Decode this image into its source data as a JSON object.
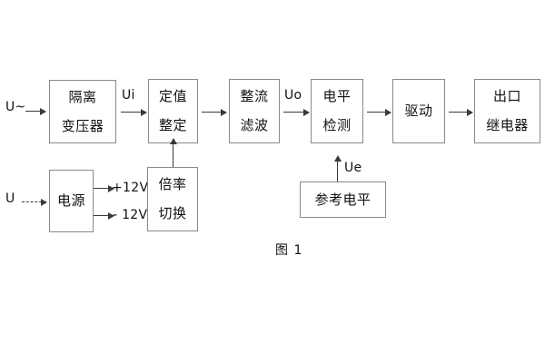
{
  "figure": {
    "caption": "图 1",
    "top_row": [
      {
        "id": "isolation-transformer",
        "lines": [
          "隔离",
          "变压器"
        ]
      },
      {
        "id": "setting-value",
        "lines": [
          "定值",
          "整定"
        ]
      },
      {
        "id": "rectify-filter",
        "lines": [
          "整流",
          "滤波"
        ]
      },
      {
        "id": "level-detection",
        "lines": [
          "电平",
          "检测"
        ]
      },
      {
        "id": "drive",
        "lines": [
          "驱动"
        ]
      },
      {
        "id": "output-relay",
        "lines": [
          "出口",
          "继电器"
        ]
      }
    ],
    "bottom_row": [
      {
        "id": "power-supply",
        "lines": [
          "电源"
        ]
      },
      {
        "id": "multiplier-switch",
        "lines": [
          "倍率",
          "切换"
        ]
      },
      {
        "id": "reference-level",
        "lines": [
          "参考电平"
        ]
      }
    ],
    "signal_labels": {
      "input_ac": "U~",
      "input_dc": "U",
      "ui": "Ui",
      "uo": "Uo",
      "ue": "Ue",
      "rail_positive": "+12V",
      "rail_negative": "- 12V"
    },
    "colors": {
      "box_border": "#8a8a8a",
      "arrow": "#3a3a3a",
      "text": "#111111",
      "background": "#ffffff"
    }
  }
}
